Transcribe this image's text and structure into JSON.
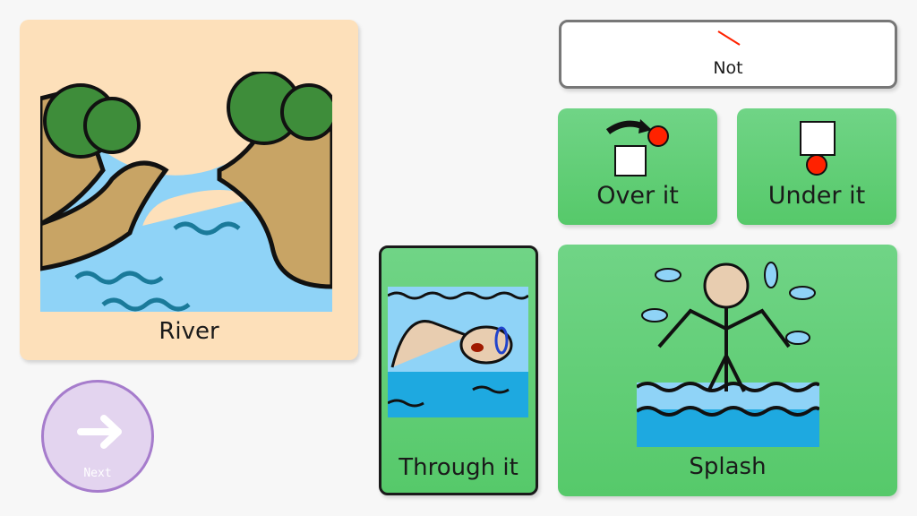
{
  "cards": {
    "river": {
      "label": "River",
      "bg": "#fde0ba"
    },
    "not": {
      "label": "Not"
    },
    "over": {
      "label": "Over it"
    },
    "under": {
      "label": "Under it"
    },
    "through": {
      "label": "Through it"
    },
    "splash": {
      "label": "Splash"
    }
  },
  "next_button": {
    "label": "Next"
  },
  "colors": {
    "green": "#5fcf72",
    "purple": "#a67ccc",
    "red": "#ff2200",
    "water": "#8fd3f7"
  }
}
